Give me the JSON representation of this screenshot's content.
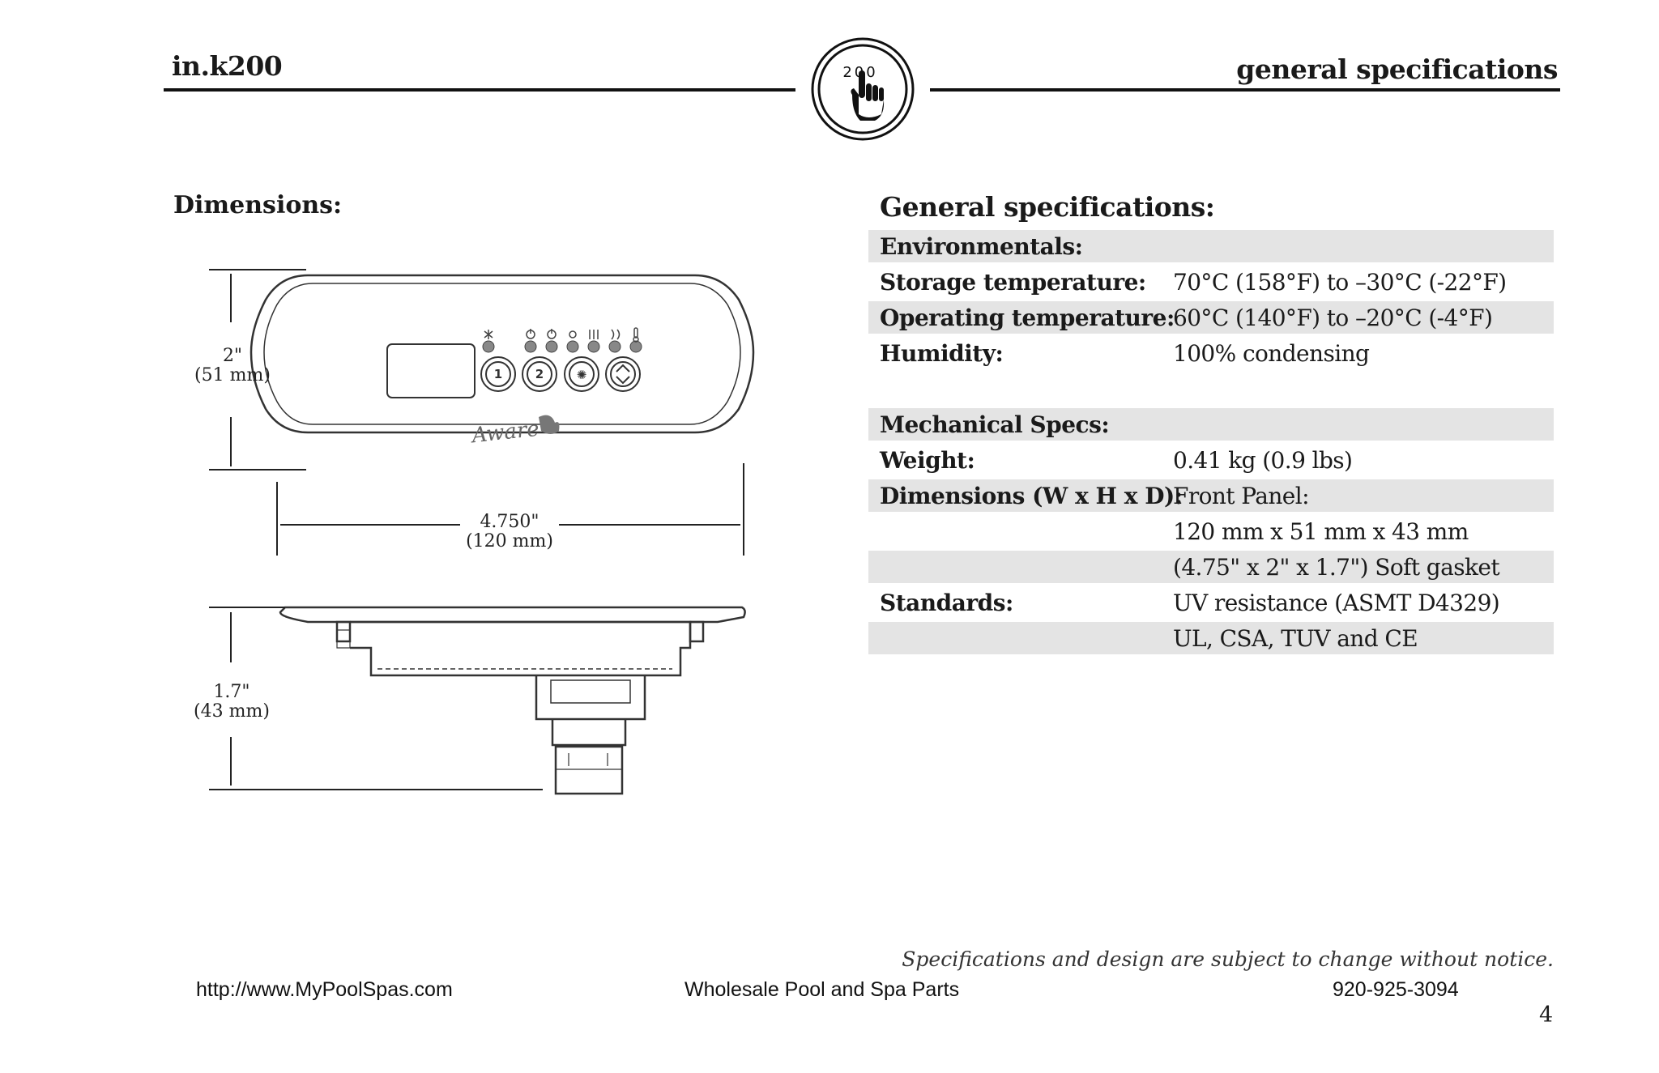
{
  "header": {
    "product": "in.k200",
    "section": "general specifications",
    "logo_text": "200",
    "logo_icon": "pointing-hand-icon"
  },
  "dimensions": {
    "title": "Dimensions:",
    "height_label": [
      "2\"",
      "(51 mm)"
    ],
    "width_label": [
      "4.750\"",
      "(120 mm)"
    ],
    "depth_label": [
      "1.7\"",
      "(43 mm)"
    ],
    "brand_mark": "Aware"
  },
  "specs": {
    "title": "General specifications:",
    "rows": [
      {
        "key": "Environmentals:",
        "value": "",
        "shade": true
      },
      {
        "key": "Storage temperature:",
        "value": "70°C (158°F) to –30°C (-22°F)",
        "shade": false
      },
      {
        "key": "Operating temperature:",
        "value": "60°C (140°F) to –20°C (-4°F)",
        "shade": true
      },
      {
        "key": "Humidity:",
        "value": "100% condensing",
        "shade": false
      },
      {
        "key": "Mechanical Specs:",
        "value": "",
        "shade": true
      },
      {
        "key": "Weight:",
        "value": "0.41 kg (0.9 lbs)",
        "shade": false
      },
      {
        "key": "Dimensions (W x H x D):",
        "value": "Front Panel:",
        "shade": true
      },
      {
        "key": "",
        "value": "120 mm x 51 mm x 43 mm",
        "shade": false
      },
      {
        "key": "",
        "value": "(4.75\" x 2\" x 1.7\") Soft gasket",
        "shade": true
      },
      {
        "key": "Standards:",
        "value": "UV resistance (ASMT D4329)",
        "shade": false
      },
      {
        "key": "",
        "value": "UL, CSA, TUV and CE",
        "shade": true
      }
    ]
  },
  "footer": {
    "notice": "Specifications and design are subject to change without notice.",
    "url": "http://www.MyPoolSpas.com",
    "company": "Wholesale Pool and Spa Parts",
    "phone": "920-925-3094",
    "page": "4"
  }
}
